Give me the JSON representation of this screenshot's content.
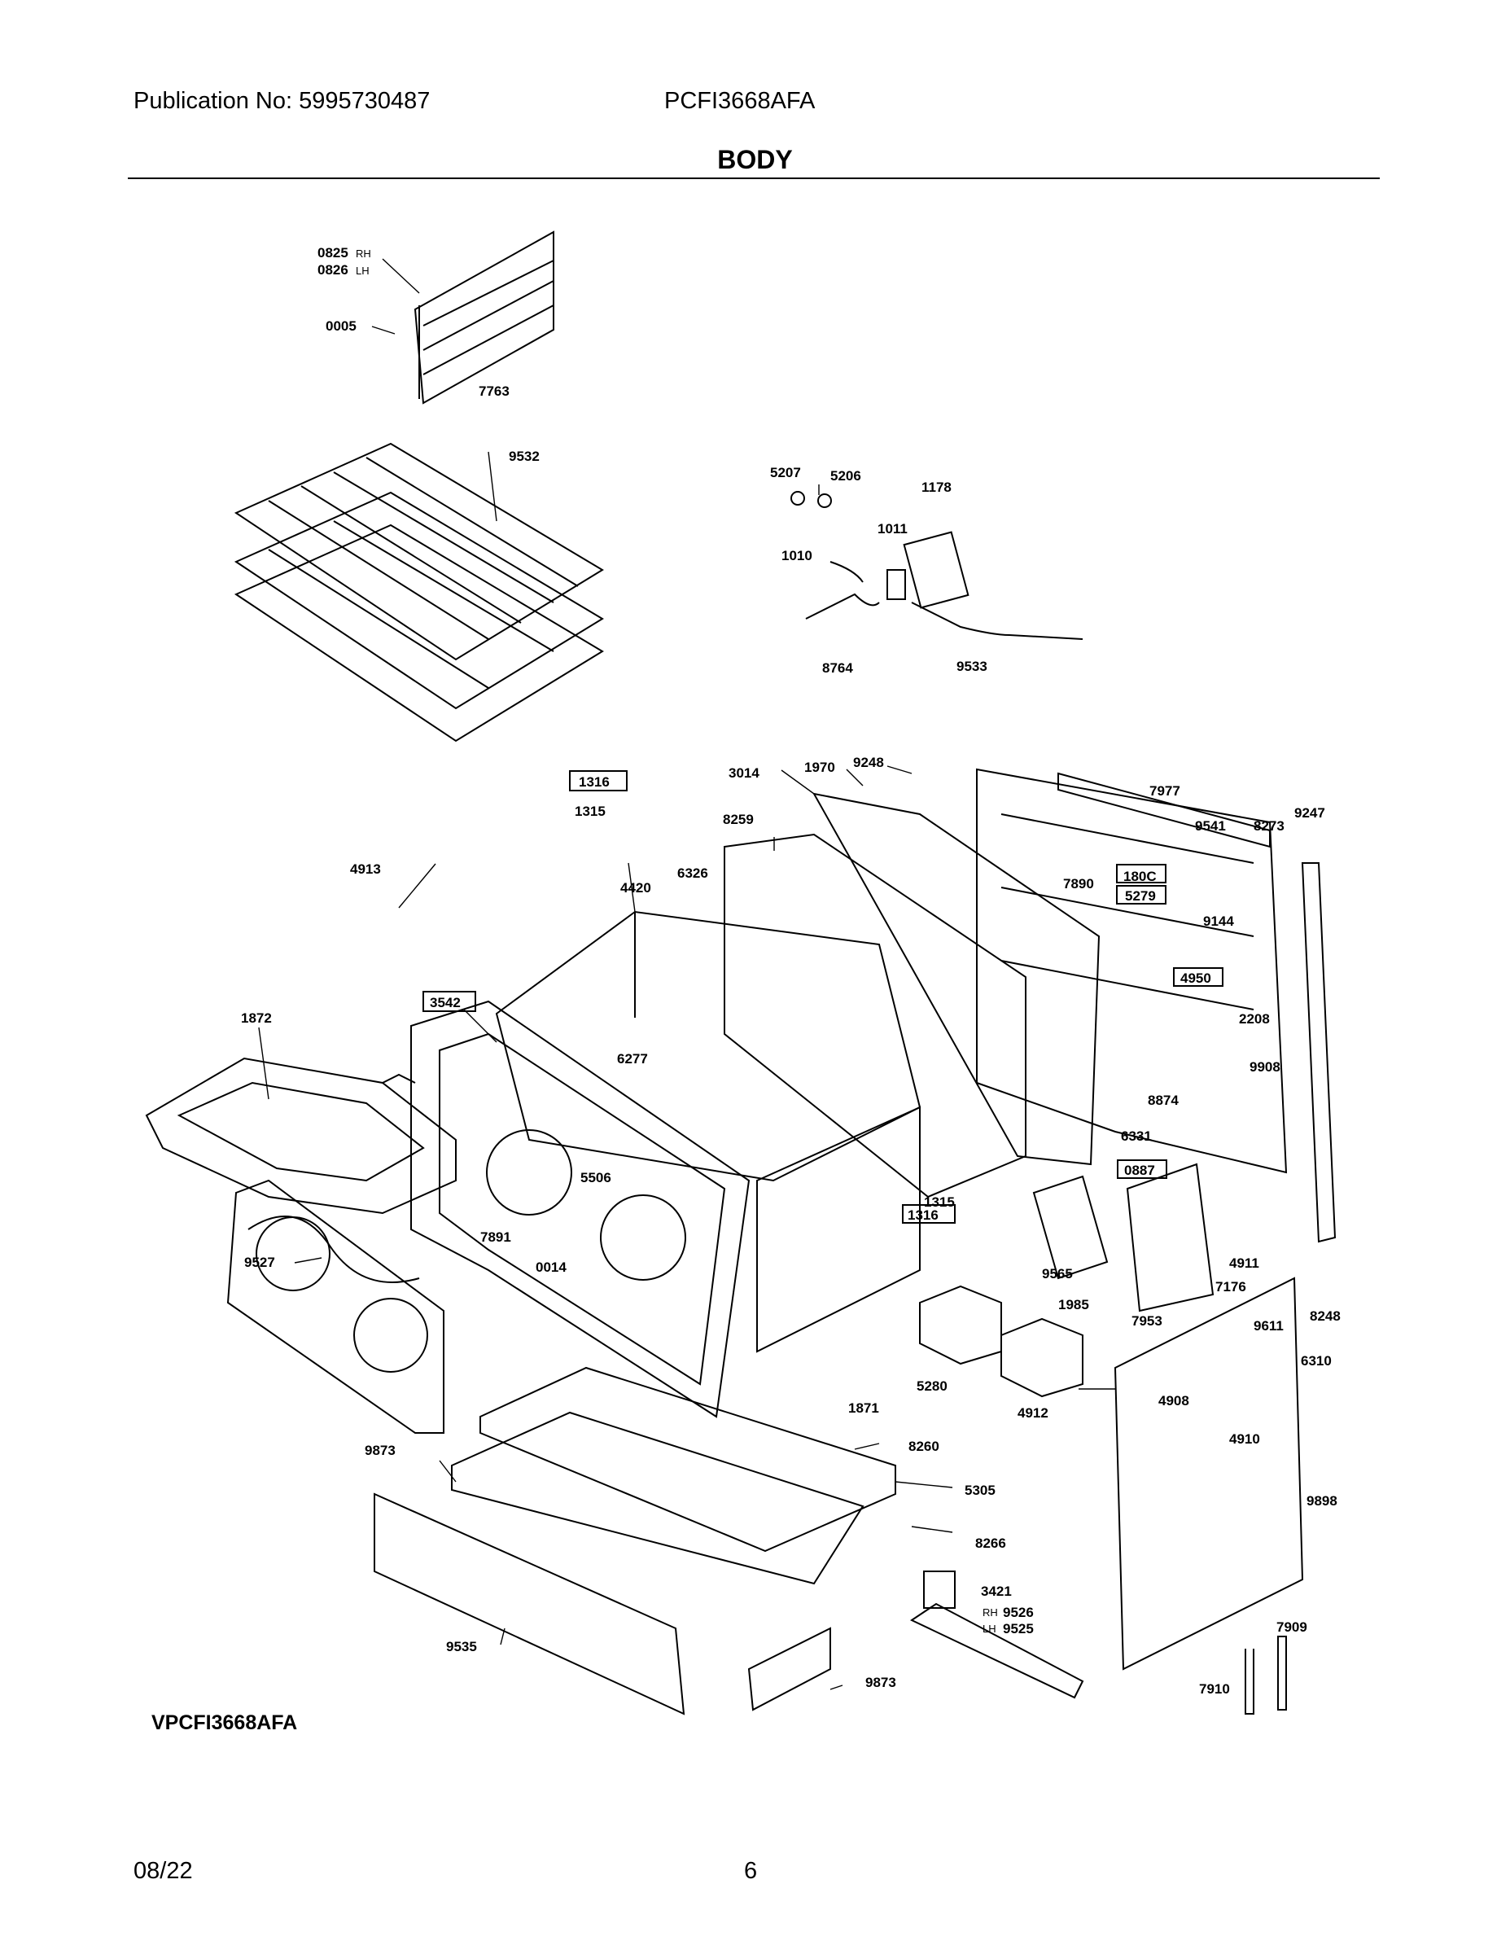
{
  "header": {
    "publication": "Publication No: 5995730487",
    "model": "PCFI3668AFA",
    "section_title": "BODY"
  },
  "diagram": {
    "model_label": "VPCFI3668AFA",
    "part_labels": [
      "0825",
      "0826",
      "0005",
      "7763",
      "9532",
      "5207",
      "5206",
      "1178",
      "1011",
      "1010",
      "8764",
      "9533",
      "1316",
      "1315",
      "4913",
      "4420",
      "6326",
      "3014",
      "1970",
      "9248",
      "8259",
      "7977",
      "9541",
      "8273",
      "9247",
      "180C",
      "5279",
      "7890",
      "9144",
      "4950",
      "3542",
      "1872",
      "6277",
      "5506",
      "7891",
      "0014",
      "9527",
      "2208",
      "9908",
      "8874",
      "6331",
      "0887",
      "4911",
      "7176",
      "1315",
      "1316",
      "9565",
      "7953",
      "1985",
      "8248",
      "9611",
      "6310",
      "5280",
      "4912",
      "4908",
      "4910",
      "9898",
      "1871",
      "8260",
      "9873",
      "5305",
      "8266",
      "3421",
      "9526",
      "9525",
      "9535",
      "9873",
      "7909",
      "7910"
    ],
    "side_marks": {
      "rh": "RH",
      "lh": "LH"
    }
  },
  "footer": {
    "date": "08/22",
    "page": "6"
  }
}
